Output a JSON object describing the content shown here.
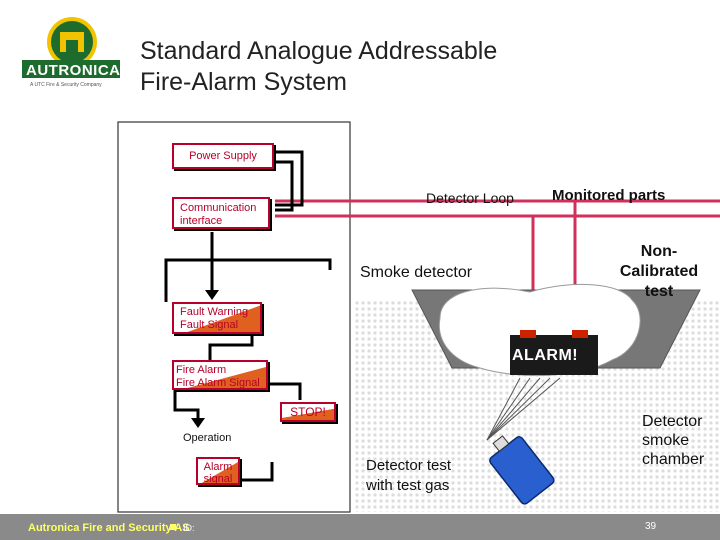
{
  "header": {
    "title_line1": "Standard Analogue Addressable",
    "title_line2": "Fire-Alarm System",
    "logo_name": "AUTRONICA",
    "logo_tagline": "A UTC Fire & Security Company"
  },
  "diagram": {
    "power_supply": "Power Supply",
    "communication_interface": "Communication interface",
    "detector_loop": "Detector Loop",
    "monitored_parts": "Monitored parts",
    "smoke_detector": "Smoke detector",
    "non_calibrated_test": "Non-Calibrated test",
    "fault_warning": "Fault Warning",
    "fault_signal": "Fault Signal",
    "alarm_display": "ALARM!",
    "fire_alarm": "Fire Alarm",
    "fire_alarm_signal": "Fire Alarm Signal",
    "stop": "STOP!",
    "operation": "Operation",
    "alarm_signal": "Alarm signal",
    "detector_test": "Detector test with test gas",
    "detector_smoke_chamber": "Detector smoke chamber"
  },
  "footer": {
    "company": "Autronica Fire and Security AS",
    "id_label": "ID:",
    "page_number": "39"
  },
  "colors": {
    "accent_red": "#b8002a",
    "loop_pink": "#d0305a",
    "logo_green": "#1e6b2e",
    "logo_yellow": "#f2c300",
    "footer_gray": "#8a8a8a",
    "test_gas_blue": "#2a5fd0"
  }
}
